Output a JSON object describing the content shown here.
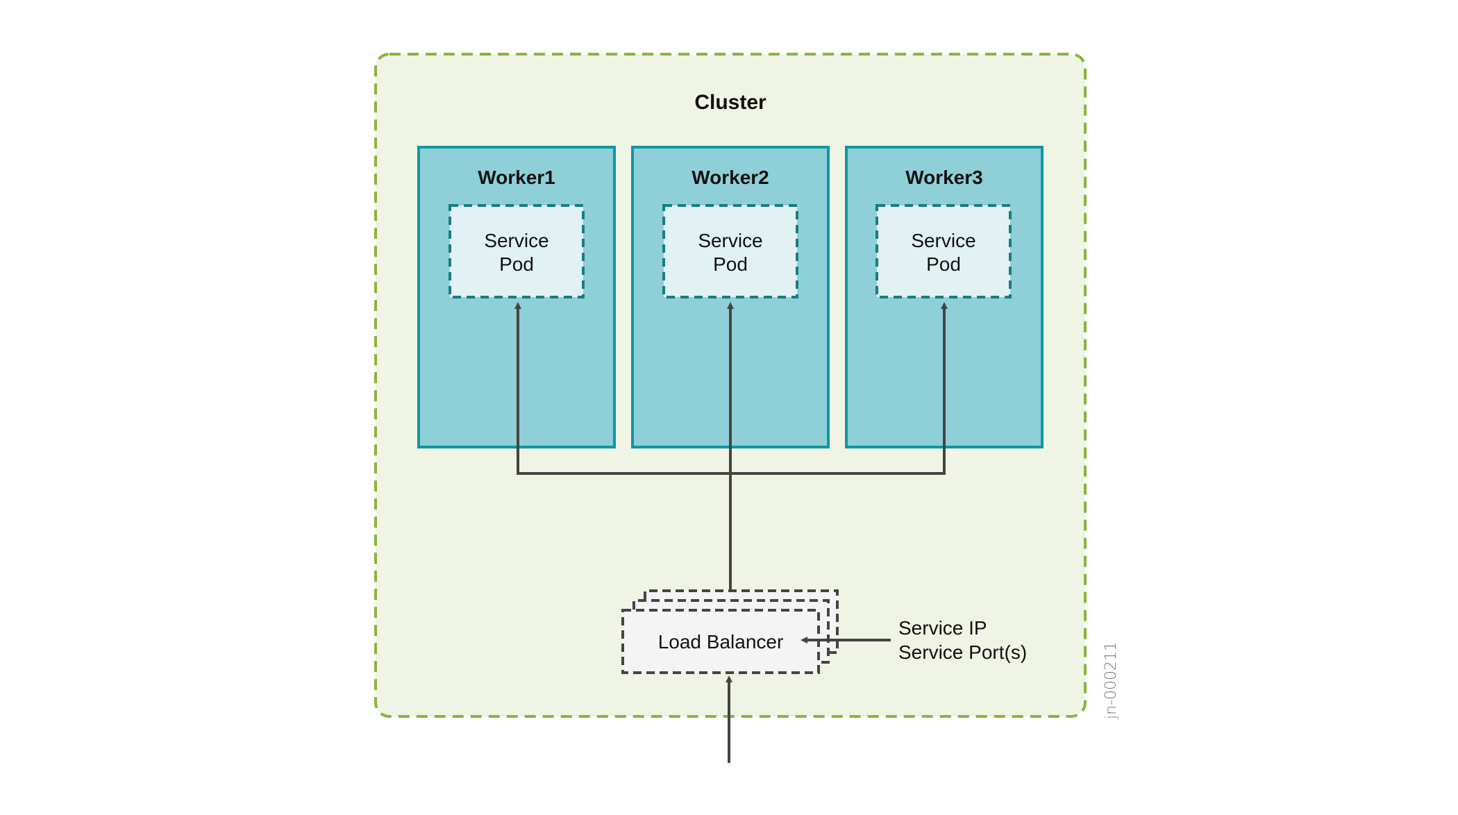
{
  "diagram": {
    "cluster": {
      "label": "Cluster",
      "fill": "#f0f4e5",
      "border": "#8ab43c"
    },
    "workers": [
      {
        "label": "Worker1",
        "pod": {
          "line1": "Service",
          "line2": "Pod"
        }
      },
      {
        "label": "Worker2",
        "pod": {
          "line1": "Service",
          "line2": "Pod"
        }
      },
      {
        "label": "Worker3",
        "pod": {
          "line1": "Service",
          "line2": "Pod"
        }
      }
    ],
    "worker_style": {
      "fill": "#8ecfd8",
      "border": "#0f97a3"
    },
    "pod_style": {
      "fill": "#e2f1f4",
      "border": "#157f80"
    },
    "load_balancer": {
      "label": "Load Balancer",
      "fill": "#f4f4f4",
      "border": "#444444"
    },
    "service_info": {
      "line1": "Service IP",
      "line2": "Service Port(s)"
    },
    "connector_color": "#444444",
    "watermark": "jn-000211"
  }
}
